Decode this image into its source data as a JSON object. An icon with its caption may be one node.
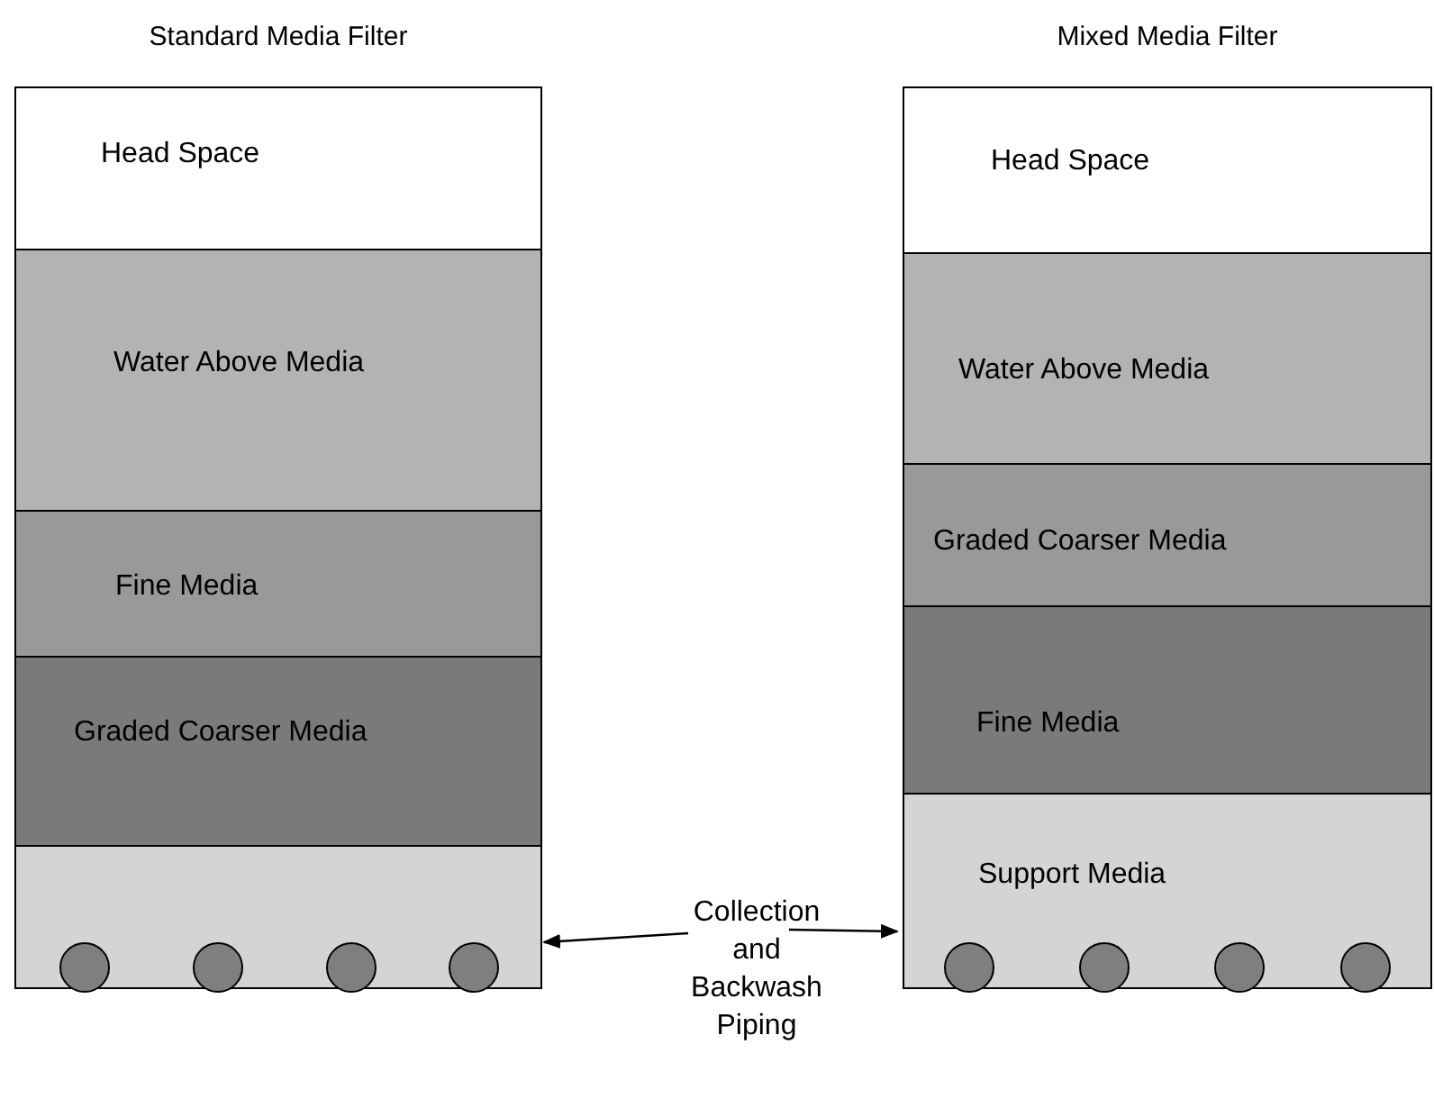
{
  "diagram": {
    "nodes": [
      {
        "text": [
          "Standard Media Filter"
        ]
      },
      {
        "text": [
          "Head Space"
        ],
        "in": 0
      },
      {
        "text": [
          "Water Above Media"
        ],
        "in": 0
      },
      {
        "text": [
          "Fine Media"
        ],
        "in": 0
      },
      {
        "text": [
          "Graded Coarser Media"
        ],
        "in": 0
      },
      {
        "text": [],
        "shape": "box",
        "in": 0
      },
      {
        "text": [],
        "shape": "circle",
        "in": 5
      },
      {
        "text": [],
        "shape": "circle",
        "in": 5
      },
      {
        "text": [],
        "shape": "circle",
        "in": 5
      },
      {
        "text": [],
        "shape": "circle",
        "in": 5
      },
      {
        "text": [
          "Mixed Media Filter"
        ]
      },
      {
        "text": [
          "Head Space"
        ],
        "in": 10
      },
      {
        "text": [
          "Water Above Media"
        ],
        "in": 10
      },
      {
        "text": [
          "Graded Coarser Media"
        ],
        "in": 10
      },
      {
        "text": [
          "Fine Media"
        ],
        "in": 10
      },
      {
        "text": [
          "Support Media"
        ],
        "in": 10
      },
      {
        "text": [],
        "shape": "circle",
        "in": 15
      },
      {
        "text": [],
        "shape": "circle",
        "in": 15
      },
      {
        "text": [],
        "shape": "circle",
        "in": 15
      },
      {
        "text": [],
        "shape": "circle",
        "in": 15
      },
      {
        "text": [
          "Collection and Backwash Piping"
        ]
      }
    ],
    "edges": [
      {
        "from": 20,
        "to": 5,
        "arrow": "to"
      },
      {
        "from": 20,
        "to": 15,
        "arrow": "to"
      }
    ]
  }
}
